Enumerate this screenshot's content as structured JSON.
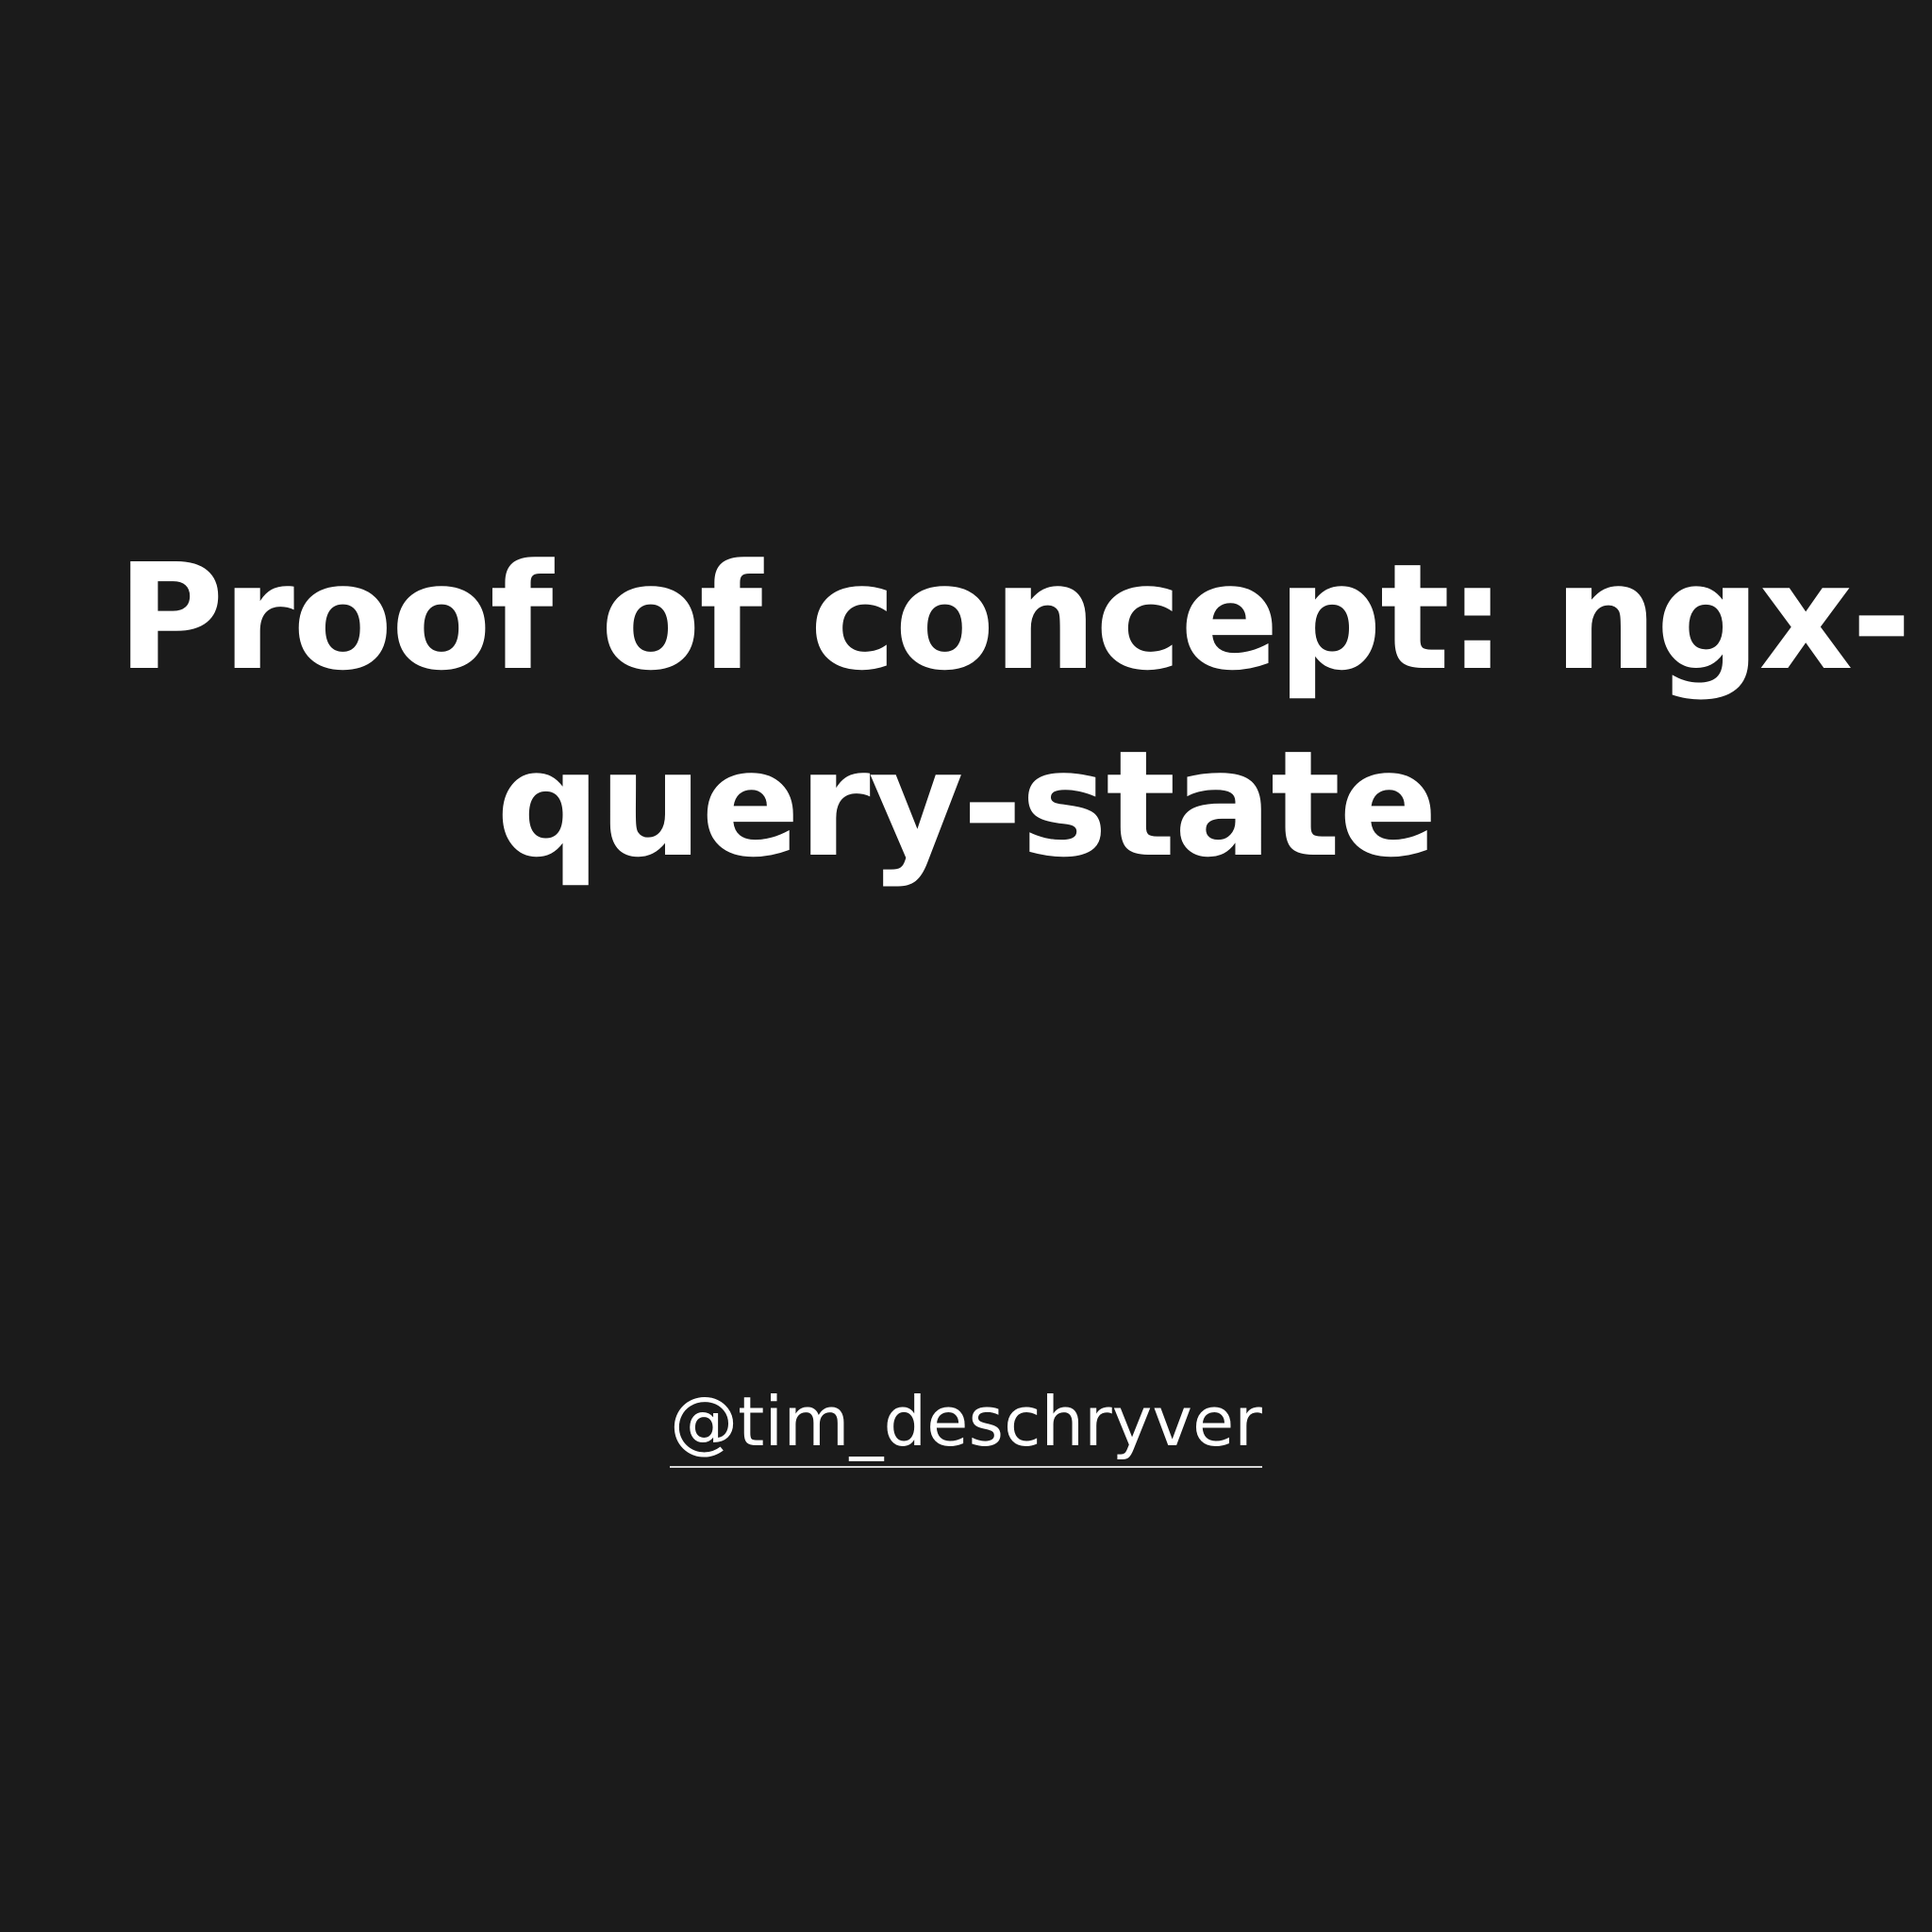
{
  "title": {
    "line1": "Proof of concept: ngx-",
    "line2": "query-state"
  },
  "author": {
    "handle": "@tim_deschryver"
  },
  "colors": {
    "background": "#1b1b1b",
    "text": "#ffffff"
  }
}
